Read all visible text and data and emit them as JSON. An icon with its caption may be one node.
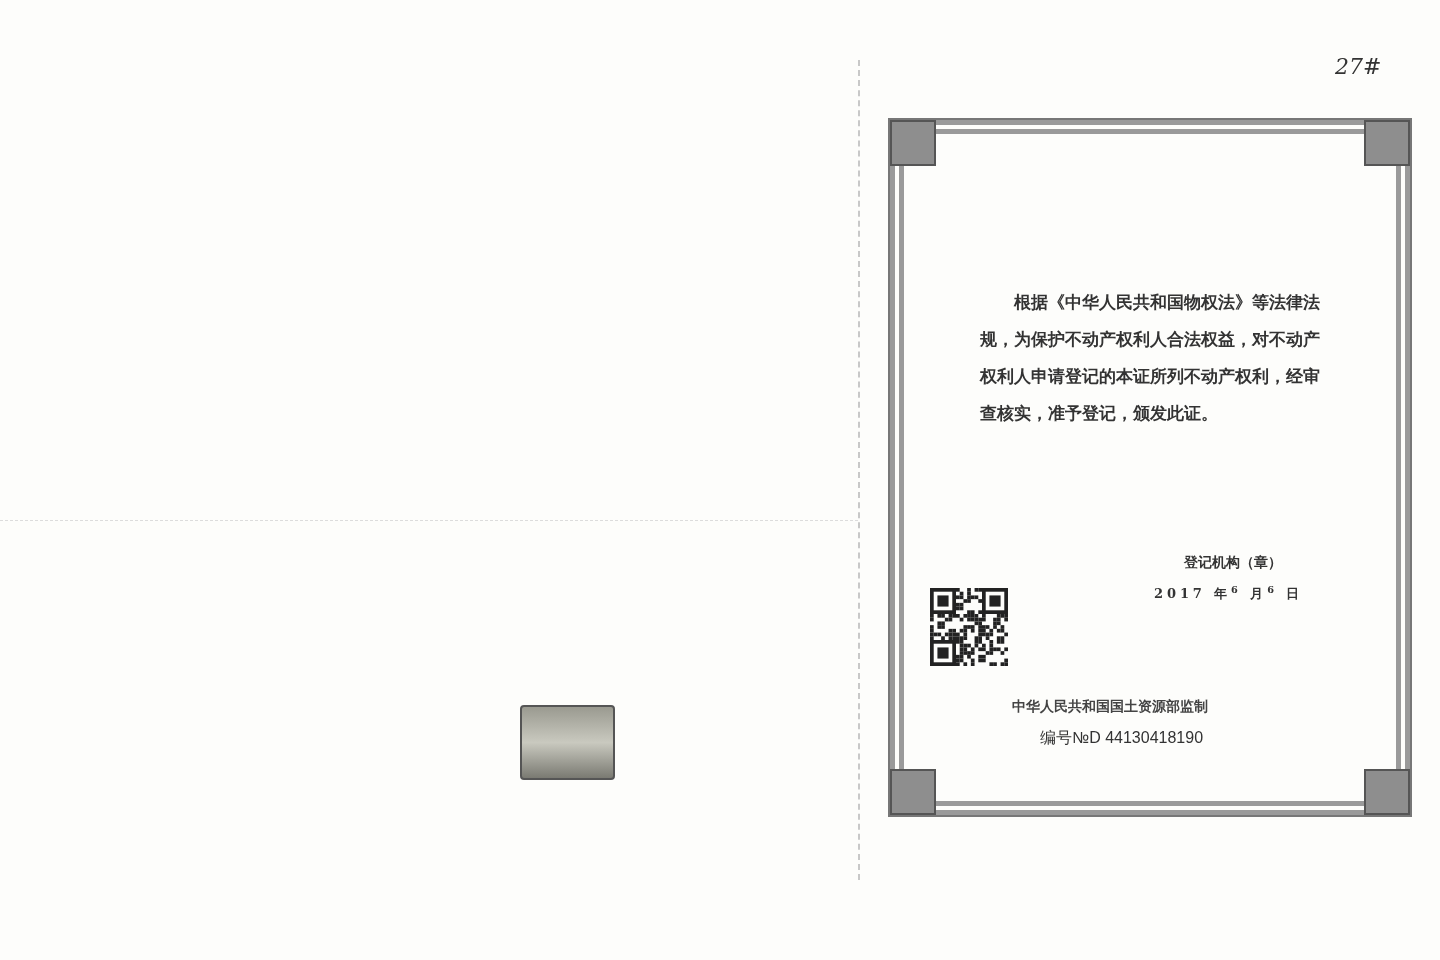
{
  "diagram": {
    "nodes": [
      {
        "text": [
          "根据《中华人民共和国物权法》等法律法规，为保护不动产权利人合法权益，对不动产权利人申请登记的本证所列不动产权利，经审查核实，准予登记，颁发此证。",
          "登记机构（章）",
          "2017 年$^{6}$ 月$^{6}$ 日",
          "中华人民共和国国土资源部监制",
          "编号№D 44130418190"
        ]
      },
      {
        "text": [],
        "shape": "picture"
      }
    ],
    "labels": [
      "27#"
    ]
  }
}
